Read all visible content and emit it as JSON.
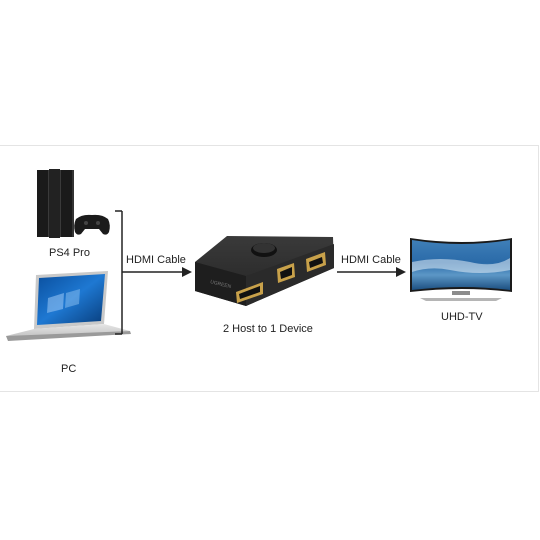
{
  "diagram": {
    "sources": [
      {
        "label": "PS4 Pro",
        "icon": "ps4-console-icon"
      },
      {
        "label": "PC",
        "icon": "laptop-icon"
      }
    ],
    "cable_in_label": "HDMI Cable",
    "switch_label": "2 Host to 1 Device",
    "cable_out_label": "HDMI Cable",
    "target_label": "UHD-TV",
    "switch_brand": "UGREEN"
  }
}
